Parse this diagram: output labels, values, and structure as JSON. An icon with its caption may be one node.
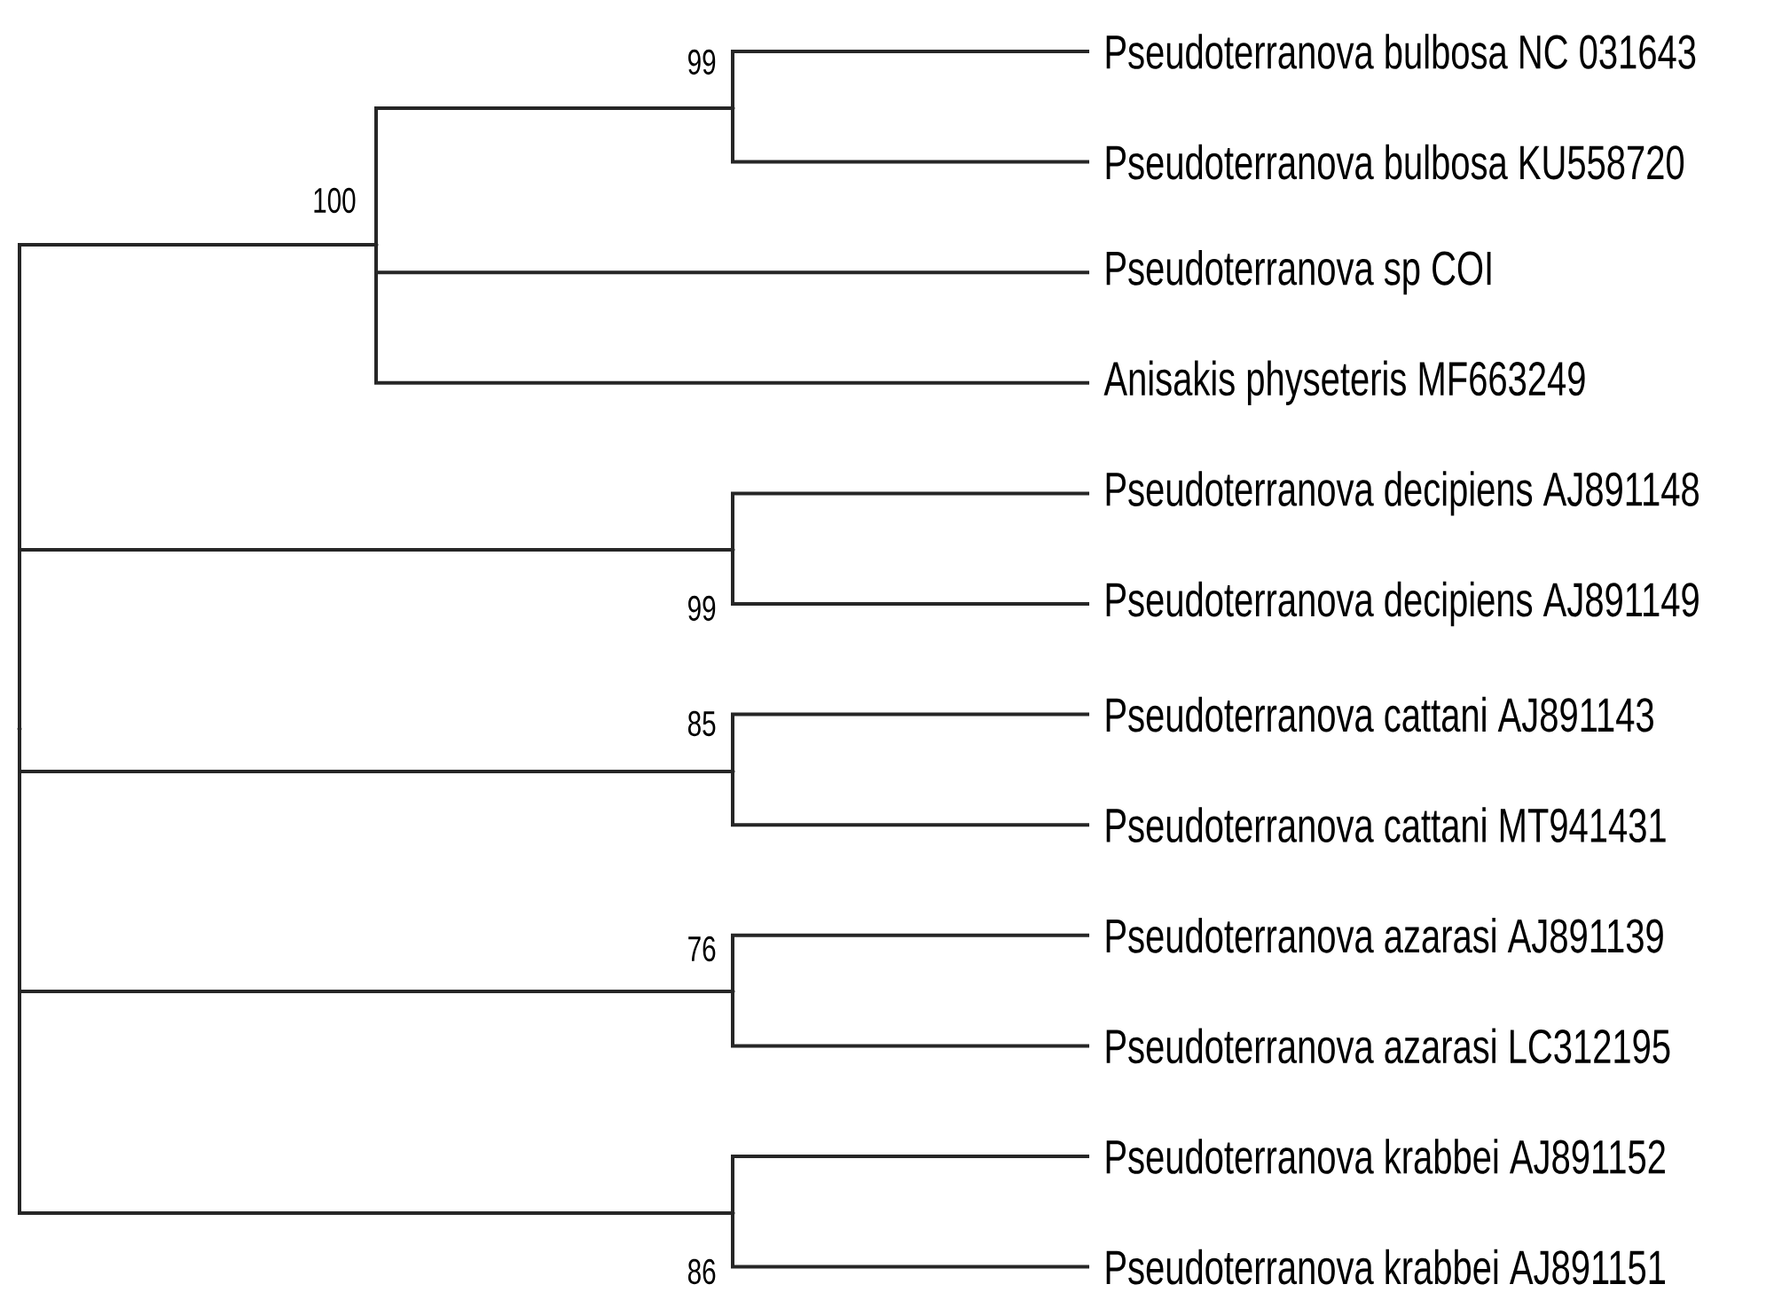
{
  "diagram": {
    "nodes": [
      {
        "text": [
          "Pseudoterranova bulbosa NC 031643"
        ]
      },
      {
        "text": [
          "Pseudoterranova bulbosa KU558720"
        ]
      },
      {
        "text": [
          "Pseudoterranova sp COI"
        ]
      },
      {
        "text": [
          "Anisakis physeteris MF663249"
        ]
      },
      {
        "text": [
          "Pseudoterranova decipiens AJ891148"
        ]
      },
      {
        "text": [
          "Pseudoterranova decipiens AJ891149"
        ]
      },
      {
        "text": [
          "Pseudoterranova cattani AJ891143"
        ]
      },
      {
        "text": [
          "Pseudoterranova cattani MT941431"
        ]
      },
      {
        "text": [
          "Pseudoterranova azarasi AJ891139"
        ]
      },
      {
        "text": [
          "Pseudoterranova azarasi LC312195"
        ]
      },
      {
        "text": [
          "Pseudoterranova krabbei AJ891152"
        ]
      },
      {
        "text": [
          "Pseudoterranova krabbei AJ891151"
        ]
      },
      {
        "text": [],
        "shape": "point"
      },
      {
        "text": [],
        "shape": "point",
        "beside": [
          "100"
        ]
      },
      {
        "text": [],
        "shape": "point",
        "beside": [
          "99"
        ]
      },
      {
        "text": [],
        "shape": "point",
        "beside": [
          "99"
        ]
      },
      {
        "text": [],
        "shape": "point",
        "beside": [
          "85"
        ]
      },
      {
        "text": [],
        "shape": "point",
        "beside": [
          "76"
        ]
      },
      {
        "text": [],
        "shape": "point",
        "beside": [
          "86"
        ]
      }
    ],
    "edges": [
      {
        "from": 12,
        "to": 13,
        "arrow": "none"
      },
      {
        "from": 12,
        "to": 15,
        "arrow": "none"
      },
      {
        "from": 12,
        "to": 16,
        "arrow": "none"
      },
      {
        "from": 12,
        "to": 17,
        "arrow": "none"
      },
      {
        "from": 12,
        "to": 18,
        "arrow": "none"
      },
      {
        "from": 13,
        "to": 14,
        "arrow": "none"
      },
      {
        "from": 13,
        "to": 2,
        "arrow": "none"
      },
      {
        "from": 13,
        "to": 3,
        "arrow": "none"
      },
      {
        "from": 14,
        "to": 0,
        "arrow": "none"
      },
      {
        "from": 14,
        "to": 1,
        "arrow": "none"
      },
      {
        "from": 15,
        "to": 4,
        "arrow": "none"
      },
      {
        "from": 15,
        "to": 5,
        "arrow": "none"
      },
      {
        "from": 16,
        "to": 6,
        "arrow": "none"
      },
      {
        "from": 16,
        "to": 7,
        "arrow": "none"
      },
      {
        "from": 17,
        "to": 8,
        "arrow": "none"
      },
      {
        "from": 17,
        "to": 9,
        "arrow": "none"
      },
      {
        "from": 18,
        "to": 10,
        "arrow": "none"
      },
      {
        "from": 18,
        "to": 11,
        "arrow": "none"
      }
    ]
  }
}
